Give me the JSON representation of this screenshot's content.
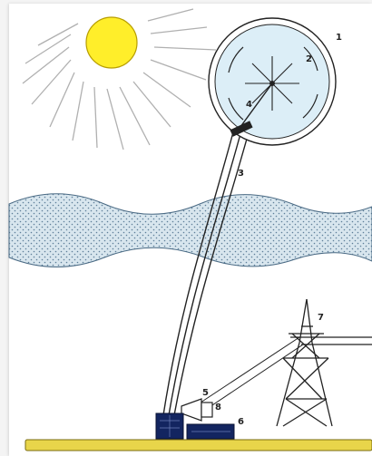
{
  "labels": {
    "balloon": "1",
    "spokes": "2",
    "tether": "3",
    "inner": "4",
    "turbine": "5",
    "box": "6",
    "pylon": "7",
    "generator": "8"
  },
  "colors": {
    "sun": "#ffee2a",
    "sun_outline": "#b79d00",
    "sun_rays": "#b0b0b0",
    "balloon_fill": "#dceef7",
    "cloud_fill": "#d8e6ee",
    "cloud_dots": "#5e7f99",
    "ground": "#e8d54a",
    "ground_edge": "#7a6c12",
    "base_blue": "#132560",
    "line": "#222222"
  },
  "icons": [
    "sun-icon",
    "balloon-icon",
    "cloud-band",
    "tether-cable",
    "pylon-icon",
    "turbine-icon",
    "ground-strip"
  ]
}
